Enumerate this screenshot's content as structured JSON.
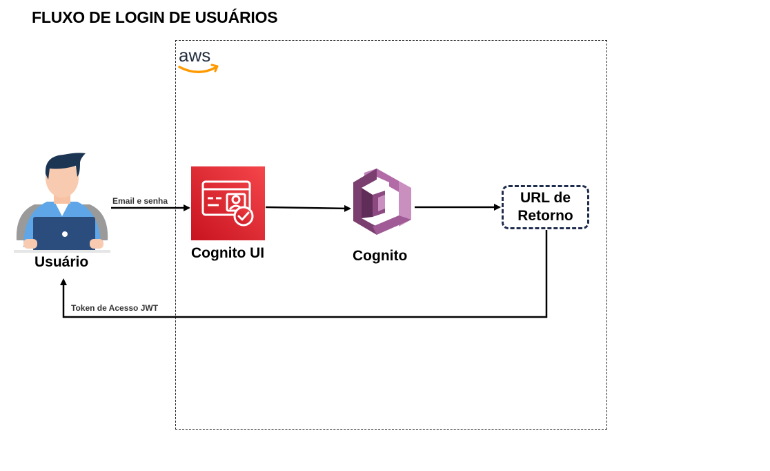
{
  "title": "FLUXO DE LOGIN DE USUÁRIOS",
  "aws_logo_text": "aws",
  "nodes": {
    "user": "Usuário",
    "cognito_ui": "Cognito UI",
    "cognito": "Cognito",
    "return_url_line1": "URL de",
    "return_url_line2": "Retorno"
  },
  "edges": {
    "email_password": "Email e senha",
    "jwt_token": "Token de Acesso JWT"
  },
  "colors": {
    "aws_orange": "#ff9900",
    "aws_dark": "#232f3e",
    "cognito_ui_red": "#dd2233",
    "cognito_purple": "#8c4f8c",
    "url_border": "#1f2d4d"
  },
  "icons": {
    "user": "user-with-laptop-icon",
    "cognito_ui": "cognito-ui-icon",
    "cognito": "cognito-icon",
    "aws": "aws-logo"
  }
}
